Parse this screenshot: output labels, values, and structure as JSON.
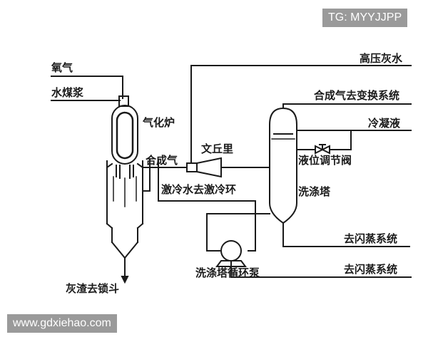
{
  "watermarks": {
    "top_right": "TG: MYYJJPP",
    "bottom_left": "www.gdxiehao.com"
  },
  "labels": {
    "oxygen": "氧气",
    "coal_water_slurry": "水煤浆",
    "gasifier": "气化炉",
    "syngas": "合成气",
    "venturi": "文丘里",
    "quench_water": "激冷水去激冷环",
    "ash_to_lockhopper": "灰渣去锁斗",
    "circulation_pump": "洗涤塔循环泵",
    "high_pressure_ash_water": "高压灰水",
    "syngas_to_shift": "合成气去变换系统",
    "condensate": "冷凝液",
    "level_control_valve": "液位调节阀",
    "scrubber": "洗涤塔",
    "to_flash_1": "去闪蒸系统",
    "to_flash_2": "去闪蒸系统"
  },
  "colors": {
    "line": "#1a1a1a",
    "watermark_bg": "#9a9a9a",
    "watermark_text": "#ffffff"
  }
}
